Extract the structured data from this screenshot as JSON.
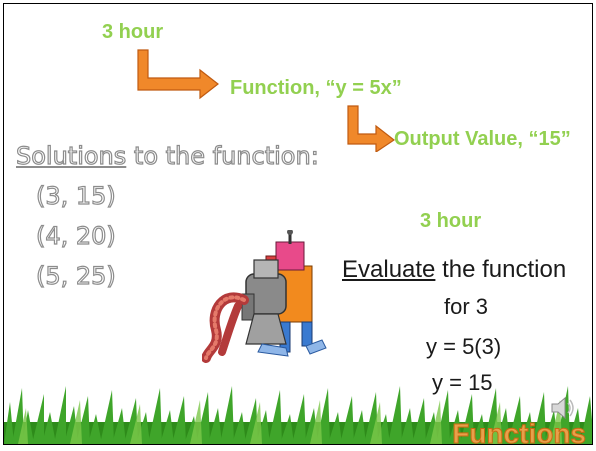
{
  "input_label": "3 hour",
  "function_label": "Function, “y = 5x”",
  "output_label": "Output Value, “15”",
  "solutions_word": "Solutions",
  "solutions_rest": " to the function:",
  "pairs": [
    "(3, 15)",
    "(4, 20)",
    "(5, 25)"
  ],
  "example": {
    "input_label": "3 hour",
    "evaluate_word": "Evaluate",
    "evaluate_rest": " the function",
    "for_text": "for 3",
    "step1": "y = 5(3)",
    "step2": "y = 15"
  },
  "footer_title": "Functions",
  "colors": {
    "green": "#92d050",
    "arrow_orange": "#f0882a",
    "outline_gray": "#8c8c8c",
    "title_orange": "#e8a04a"
  },
  "icons": [
    "elbow-arrow-icon",
    "meat-grinder-illustration",
    "grass-border",
    "speaker-icon"
  ]
}
